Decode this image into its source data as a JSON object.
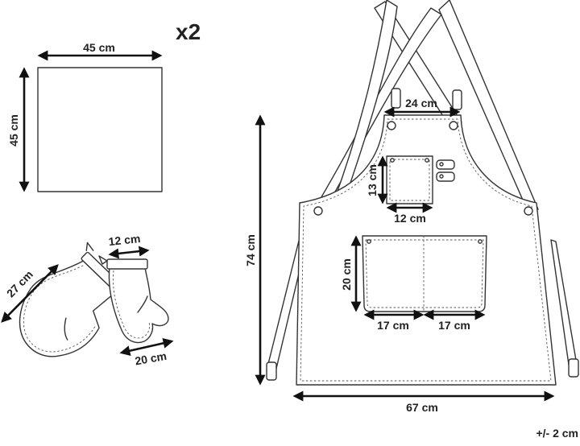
{
  "quantity_label": "x2",
  "tolerance_label": "+/- 2 cm",
  "napkin": {
    "width": "45 cm",
    "height": "45 cm"
  },
  "oven_mitts": {
    "mitt_length": "27 cm",
    "cuff_width": "12 cm",
    "hand_width": "20 cm"
  },
  "apron": {
    "top_width": "24 cm",
    "total_length": "74 cm",
    "chest_pocket_height": "13 cm",
    "chest_pocket_width": "12 cm",
    "front_pocket_height": "20 cm",
    "front_pocket_left_width": "17 cm",
    "front_pocket_right_width": "17 cm",
    "bottom_width": "67 cm"
  }
}
